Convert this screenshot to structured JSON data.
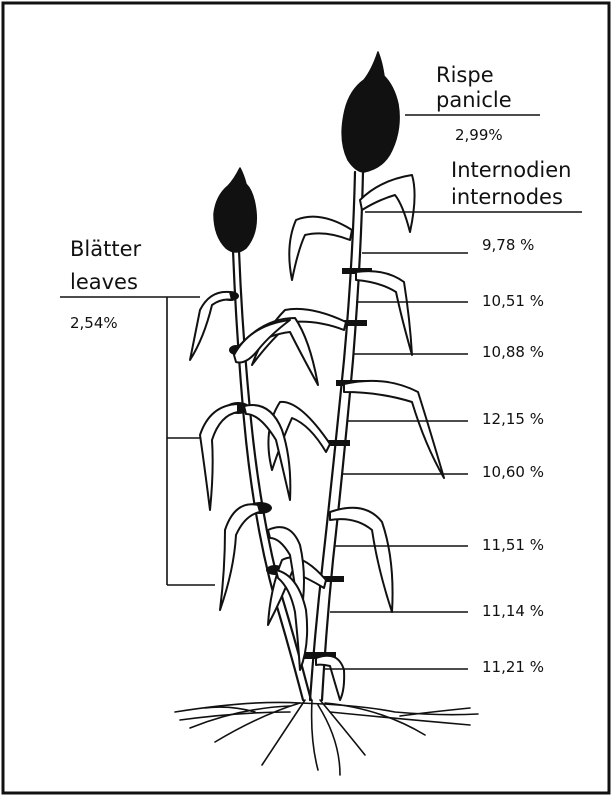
{
  "panicle": {
    "label_de": "Rispe",
    "label_en": "panicle",
    "value": "2,99%"
  },
  "internodes": {
    "label_de": "Internodien",
    "label_en": "internodes",
    "values": [
      "9,78 %",
      "10,51 %",
      "10,88 %",
      "12,15 %",
      "10,60 %",
      "11,51 %",
      "11,14 %",
      "11,21 %"
    ]
  },
  "leaves": {
    "label_de": "Blätter",
    "label_en": "leaves",
    "value": "2,54%"
  }
}
